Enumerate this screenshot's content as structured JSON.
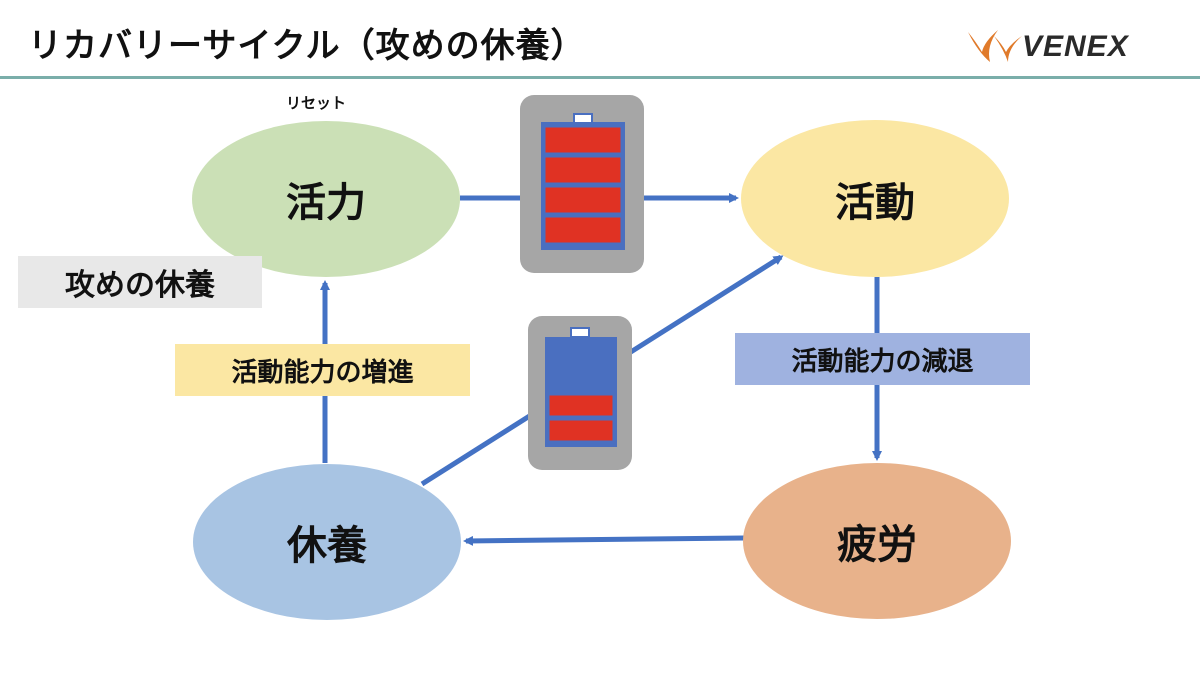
{
  "title": "リカバリーサイクル（攻めの休養）",
  "logo": {
    "text": "VENEX",
    "accent_color": "#e07a2a"
  },
  "nodes": {
    "top_left": "活力",
    "top_right": "活動",
    "bottom_right": "疲労",
    "bottom_left": "休養"
  },
  "labels": {
    "reset": "リセット",
    "attack_rest": "攻めの休養",
    "improve": "活動能力の増進",
    "decline": "活動能力の減退"
  },
  "batteries": {
    "full": {
      "filled_cells": 4,
      "total_cells": 4
    },
    "partial": {
      "filled_cells": 2,
      "total_cells": 4
    }
  },
  "colors": {
    "arrow": "#4472c4",
    "battery_cell": "#e03223",
    "battery_body": "#4a6fc0",
    "battery_case": "#a6a6a6"
  }
}
